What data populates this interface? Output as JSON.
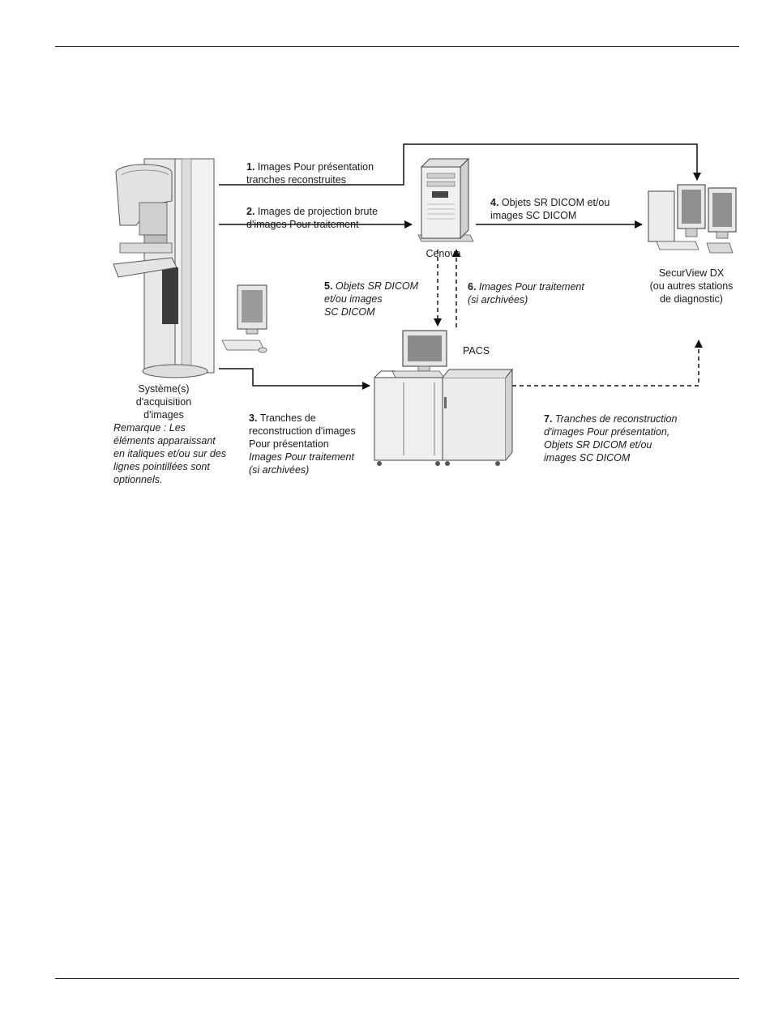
{
  "devices": {
    "acquisition": {
      "label": "Système(s)\nd'acquisition\nd'images"
    },
    "cenova": {
      "label": "Cenova"
    },
    "pacs": {
      "label": "PACS"
    },
    "securview": {
      "label": "SecurView DX\n(ou autres stations\nde diagnostic)"
    }
  },
  "note": "Remarque : Les\néléments apparaissant\nen italiques et/ou sur des\nlignes pointillées sont\noptionnels.",
  "flows": [
    {
      "num": "1.",
      "text": "Images Pour présentation\ntranches reconstruites",
      "optional": false
    },
    {
      "num": "2.",
      "text": "Images de projection brute\nd'images Pour traitement",
      "optional": false
    },
    {
      "num": "3.",
      "text": "Tranches de\nreconstruction d'images\nPour présentation",
      "text_optional": "Images Pour traitement\n(si archivées)",
      "optional": false
    },
    {
      "num": "4.",
      "text": "Objets SR DICOM et/ou\nimages SC DICOM",
      "optional": false
    },
    {
      "num": "5.",
      "text": "Objets SR DICOM\net/ou images\nSC DICOM",
      "optional": true
    },
    {
      "num": "6.",
      "text": "Images Pour traitement\n(si archivées)",
      "optional": true
    },
    {
      "num": "7.",
      "text": "Tranches de reconstruction\nd'images Pour présentation,\nObjets SR DICOM et/ou\nimages SC DICOM",
      "optional": true
    }
  ],
  "icons": [
    "mammography-system-icon",
    "workstation-monitor-icon",
    "server-tower-icon",
    "dual-monitor-workstation-icon",
    "pacs-cabinet-icon"
  ]
}
